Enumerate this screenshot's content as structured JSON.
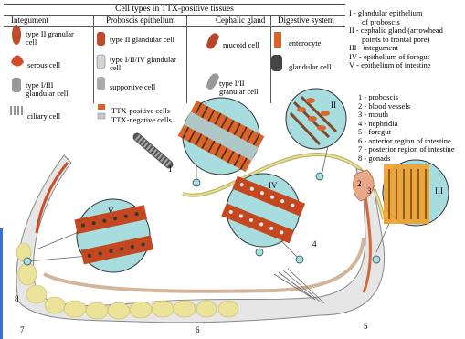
{
  "legend": {
    "title": "Cell types in TTX-positive tissues",
    "col_integument": "Integument",
    "col_proboscis": "Proboscis epithelium",
    "col_cephalic": "Cephalic gland",
    "col_digestive": "Digestive system",
    "cells": {
      "type2_granular": [
        "type II granular",
        "cell"
      ],
      "serous": "serous cell",
      "type3_granular_integ": [
        "type I/III",
        "glandular cell"
      ],
      "ciliary": "ciliary cell",
      "type2_glandular": "type II glandular cell",
      "type3_4_glandular": [
        "type I/II/IV glandular",
        "cell"
      ],
      "supportive": "supportive cell",
      "mucoid": "mucoid cell",
      "type1_3_granular": [
        "type I/II",
        "granular cell"
      ],
      "enterocyte": "enterocyte",
      "glandular": "glandular cell",
      "ttx_pos": "TTX-positive cells",
      "ttx_neg": "TTX-negative cells"
    }
  },
  "roman_list": [
    "I - glandular epithelium",
    "of proboscis",
    "II - cephalic gland (arrowhead",
    "points to frontal pore)",
    "III - integument",
    "IV - epithelium of foregut",
    "V - epithelium of intestine"
  ],
  "number_list": [
    "1 - proboscis",
    "2 - blood vessels",
    "3 - mouth",
    "4 - nephridia",
    "5 - foregut",
    "6 - anterior region of intestine",
    "7 - posterior region of intestine",
    "8 - gonads"
  ],
  "insets": {
    "i": "I",
    "ii": "II",
    "iii": "III",
    "iv": "IV",
    "v": "V"
  },
  "callouts": {
    "n1": "1",
    "n2": "2",
    "n3": "3",
    "n4": "4",
    "n5": "5",
    "n6": "6",
    "n7": "7",
    "n8": "8"
  },
  "colors": {
    "ttx_positive": "#d9652a",
    "ttx_negative": "#c9c9c9",
    "inset_bg": "#a8dde0",
    "body_fill": "#e4e4e4",
    "gonad_fill": "#e9e29a",
    "proboscis": "#d8cf8a"
  }
}
